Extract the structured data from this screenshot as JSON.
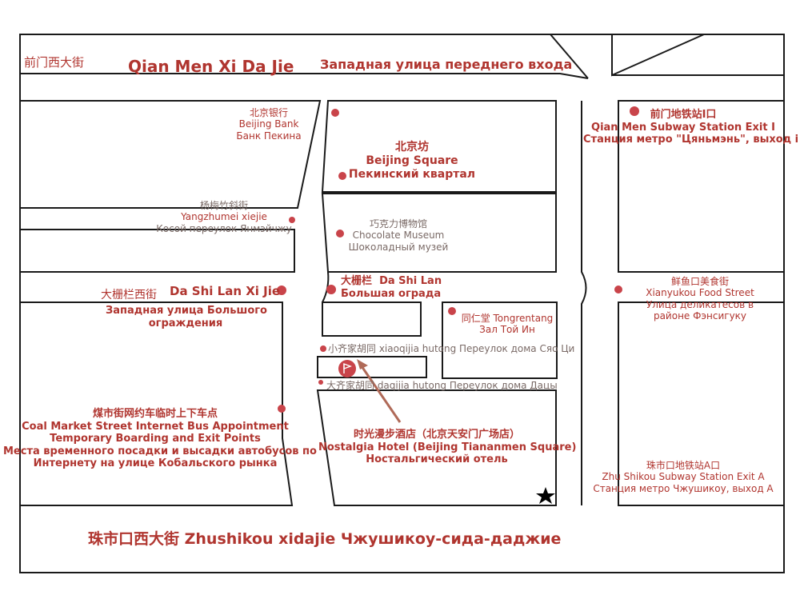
{
  "streets": {
    "qianmen_zh": "前门西大街",
    "qianmen_en": "Qian Men Xi Da Jie",
    "qianmen_ru": "Западная улица переднего входа",
    "dashilan_zh": "大栅栏西街",
    "dashilan_en": "Da Shi Lan Xi Jie",
    "dashilan_ru_1": "Западная улица Большого",
    "dashilan_ru_2": "ограждения",
    "zhushikou": "珠市口西大街 Zhushikou xidajie Чжушикоу-сида-даджие"
  },
  "places": {
    "bank": {
      "zh": "北京银行",
      "en": "Beijing Bank",
      "ru": "Банк Пекина"
    },
    "square": {
      "zh": "北京坊",
      "en": "Beijing Square",
      "ru": "Пекинский квартал"
    },
    "qianmen_exit": {
      "zh": "前门地铁站I口",
      "en": "Qian Men Subway Station Exit I",
      "ru": "Станция метро \"Цяньмэнь\", выход i"
    },
    "yangzhumei": {
      "zh": "杨梅竹斜街",
      "en": "Yangzhumei xiejie",
      "ru": "Косой переулок Янмэйчжу"
    },
    "chocolate": {
      "zh": "巧克力博物馆",
      "en": "Chocolate Museum",
      "ru": "Шоколадный музей"
    },
    "dashilan": {
      "zh": "大栅栏",
      "en": "Da Shi Lan",
      "ru": "Большая ограда"
    },
    "xianyukou": {
      "zh": "鲜鱼口美食街",
      "en": "Xianyukou Food Street",
      "ru_1": "Улица деликатесов в",
      "ru_2": "районе Фэнсигуку"
    },
    "tongrentang": {
      "zh_en": "同仁堂 Tongrentang",
      "ru": "Зал Той Ин"
    },
    "xiaoqijia": {
      "label": "小齐家胡同 xiaoqijia hutong Переулок дома Сяо Ци"
    },
    "daqijia": {
      "label": "大齐家胡同 daqijia hutong Переулок дома Дацы"
    },
    "bus": {
      "zh": "煤市街网约车临时上下车点",
      "en_1": "Coal Market Street Internet Bus Appointment",
      "en_2": "Temporary Boarding and Exit Points",
      "ru_1": "Места временного посадки и высадки автобусов по",
      "ru_2": "Интернету на улице Кобальского рынка"
    },
    "hotel": {
      "zh": "时光漫步酒店（北京天安门广场店）",
      "en": "Nostalgia Hotel (Beijing Tiananmen Square)",
      "ru": "Ностальгический отель"
    },
    "zhushikou_exit": {
      "zh": "珠市口地铁站A口",
      "en": "Zhu Shikou Subway Station Exit A",
      "ru": "Станция метро Чжушикоу, выход А"
    }
  },
  "colors": {
    "marker": "#c9444a",
    "label": "#b0352f",
    "arrow": "#b06a58",
    "line": "#1a1a1a"
  },
  "icons": {
    "hotel_marker": "flag-icon",
    "star": "star-icon"
  }
}
